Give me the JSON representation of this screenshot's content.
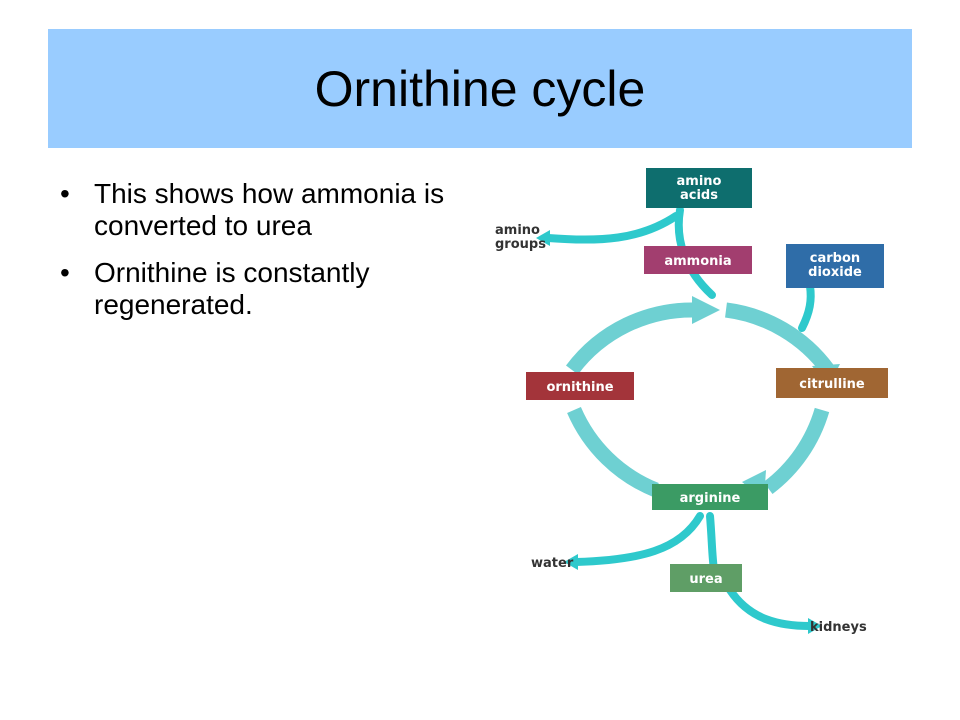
{
  "slide": {
    "title": "Ornithine cycle",
    "bullets": [
      "This shows how ammonia is converted to urea",
      "Ornithine is constantly regenerated."
    ],
    "bullet_glyph": "•"
  },
  "diagram": {
    "nodes": {
      "amino_acids": {
        "lines": [
          "amino",
          "acids"
        ],
        "color": "#0e6e6e"
      },
      "ammonia": {
        "lines": [
          "ammonia"
        ],
        "color": "#a23e6f"
      },
      "carbon_dioxide": {
        "lines": [
          "carbon",
          "dioxide"
        ],
        "color": "#2f6da8"
      },
      "ornithine": {
        "lines": [
          "ornithine"
        ],
        "color": "#a3343a"
      },
      "citrulline": {
        "lines": [
          "citrulline"
        ],
        "color": "#a06633"
      },
      "arginine": {
        "lines": [
          "arginine"
        ],
        "color": "#3b9b64"
      },
      "urea": {
        "lines": [
          "urea"
        ],
        "color": "#5f9e66"
      }
    },
    "labels": {
      "amino_groups": [
        "amino",
        "groups"
      ],
      "water": "water",
      "kidneys": "kidneys"
    },
    "colors": {
      "cycle": "#6ed0d2",
      "arrows": "#2ec9cc"
    }
  }
}
